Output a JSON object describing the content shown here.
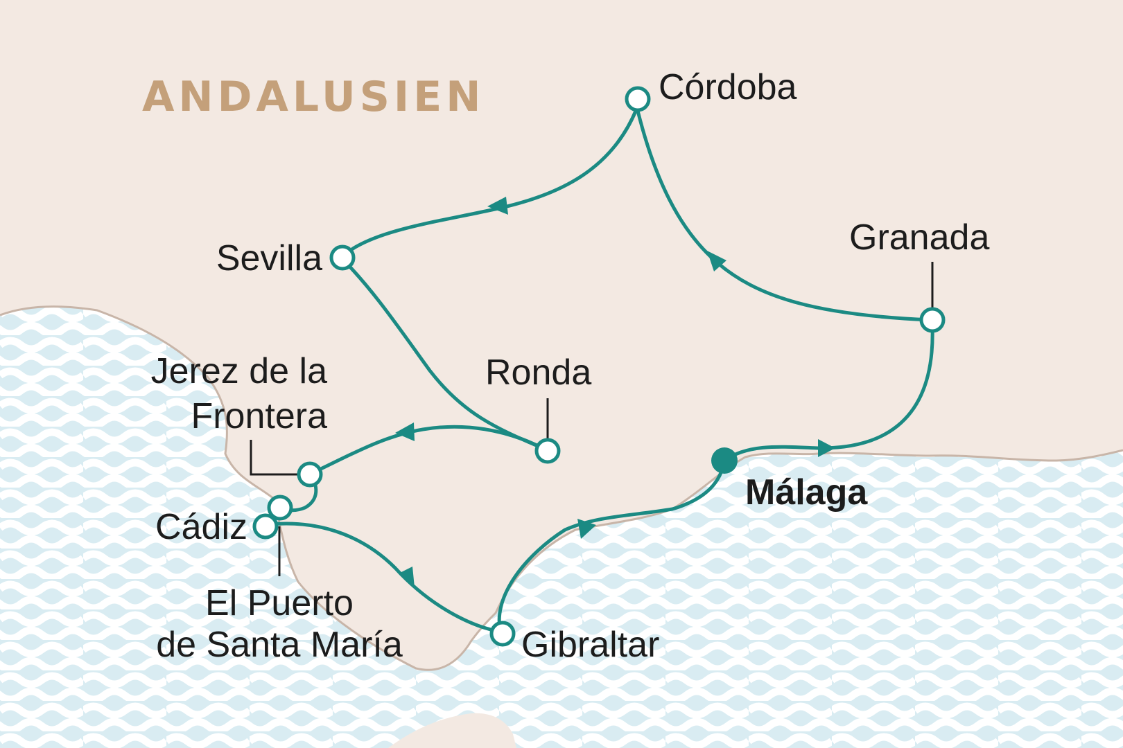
{
  "region_title": "ANDALUSIEN",
  "colors": {
    "land": "#f3e9e2",
    "sea": "#d9ecf2",
    "waves": "#ffffff",
    "route": "#1b8a83",
    "region_title": "#c4a07a",
    "text": "#1c1c1c"
  },
  "cities": {
    "cordoba": "Córdoba",
    "granada": "Granada",
    "sevilla": "Sevilla",
    "ronda": "Ronda",
    "jerez_line1": "Jerez de la",
    "jerez_line2": "Frontera",
    "cadiz": "Cádiz",
    "puerto_line1": "El Puerto",
    "puerto_line2": "de Santa María",
    "gibraltar": "Gibraltar",
    "malaga": "Málaga"
  },
  "start_city": "Málaga"
}
